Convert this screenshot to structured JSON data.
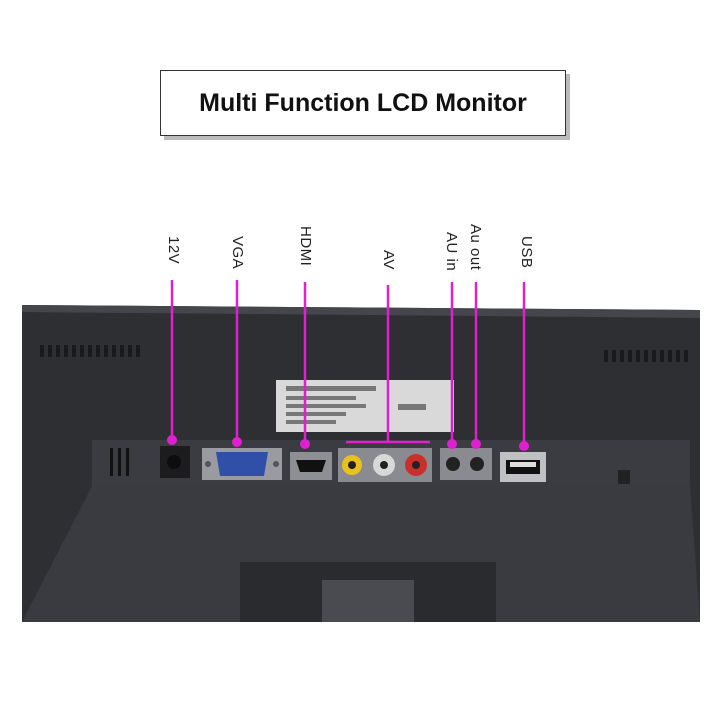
{
  "title": "Multi Function LCD Monitor",
  "ports": {
    "p12v": "12V",
    "vga": "VGA",
    "hdmi": "HDMI",
    "av": "AV",
    "au_in": "AU in",
    "au_out": "Au out",
    "usb": "USB"
  },
  "colors": {
    "callout": "#e020d0",
    "housing": "#2e2f33",
    "panel": "#3a3b40"
  }
}
